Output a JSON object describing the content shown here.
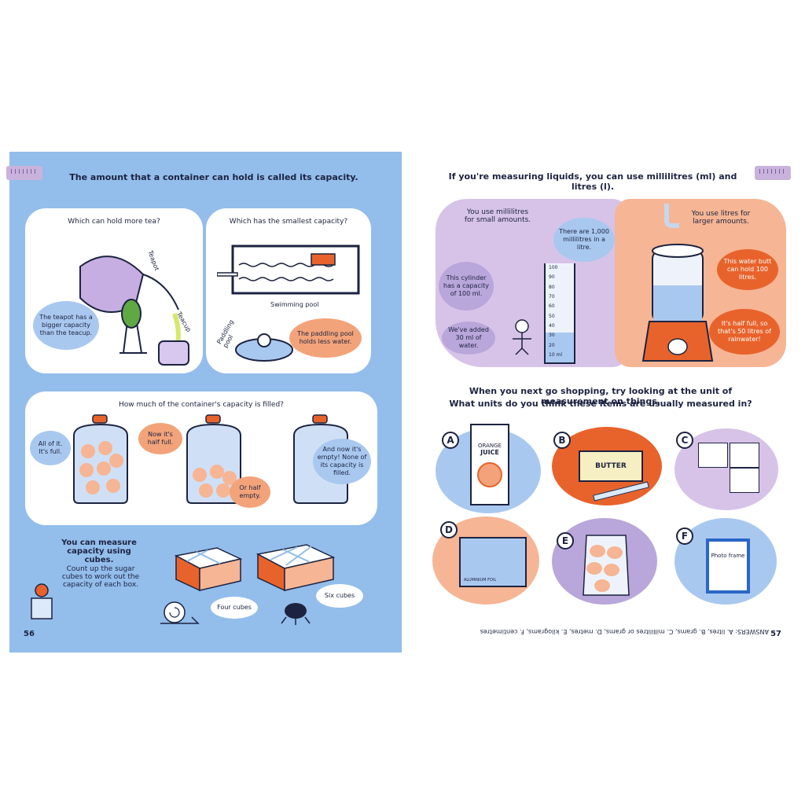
{
  "left_page": {
    "heading_plain": "The amount that a container can hold is called its",
    "heading_bold": "capacity.",
    "teapot_panel": {
      "question": "Which can hold more tea?",
      "teapot_label": "Teapot",
      "teacup_label": "Teacup",
      "bubble": "The teapot has a bigger capacity than the teacup."
    },
    "pool_panel": {
      "question": "Which has the smallest capacity?",
      "pool_label": "Swimming pool",
      "paddling_label": "Paddling pool",
      "bubble": "The paddling pool holds less water."
    },
    "jars_panel": {
      "question": "How much of the container's capacity is filled?",
      "full_bubble": "All of it. It's full.",
      "half_bubble": "Now it's half full.",
      "half_empty_bubble": "Or half empty.",
      "empty_bubble": "And now it's empty! None of its capacity is filled."
    },
    "cubes": {
      "title": "You can measure capacity using cubes.",
      "text": "Count up the sugar cubes to work out the capacity of each box.",
      "four_label": "Four cubes",
      "six_label": "Six cubes"
    },
    "page_number": "56"
  },
  "right_page": {
    "heading": "If you're measuring liquids, you can use millilitres (ml) and litres (l).",
    "ml_panel": {
      "intro": "You use millilitres for small amounts.",
      "litre_fact": "There are 1,000 millilitres in a litre.",
      "cylinder_text": "This cylinder has a capacity of 100 ml.",
      "added_text": "We've added 30 ml of water.",
      "scale": [
        "100",
        "90",
        "80",
        "70",
        "60",
        "50",
        "40",
        "30",
        "20",
        "10 ml"
      ]
    },
    "l_panel": {
      "intro": "You use litres for larger amounts.",
      "capacity_text": "This water butt can hold 100 litres.",
      "half_text": "It's half full, so that's 50 litres of rainwater!"
    },
    "shopping_question_1": "When you next go shopping, try looking at the unit of measurement on things.",
    "shopping_question_2": "What units do you think these items are usually measured in?",
    "items": [
      {
        "letter": "A",
        "label_1": "ORANGE",
        "label_2": "JUICE"
      },
      {
        "letter": "B",
        "label_1": "BUTTER",
        "label_2": ""
      },
      {
        "letter": "C",
        "label_1": "",
        "label_2": ""
      },
      {
        "letter": "D",
        "label_1": "ALUMINIUM FOIL",
        "label_2": ""
      },
      {
        "letter": "E",
        "label_1": "",
        "label_2": ""
      },
      {
        "letter": "F",
        "label_1": "Photo frame",
        "label_2": ""
      }
    ],
    "answers": "ANSWERS: A. litres, B. grams, C. millilitres or grams, D. metres, E. kilograms, F. centimetres",
    "page_number": "57"
  },
  "colors": {
    "left_bg": "#93bdeb",
    "lilac": "#c9b3dd",
    "peach": "#f6b594",
    "orange": "#e8632b",
    "ink": "#1c2340"
  }
}
